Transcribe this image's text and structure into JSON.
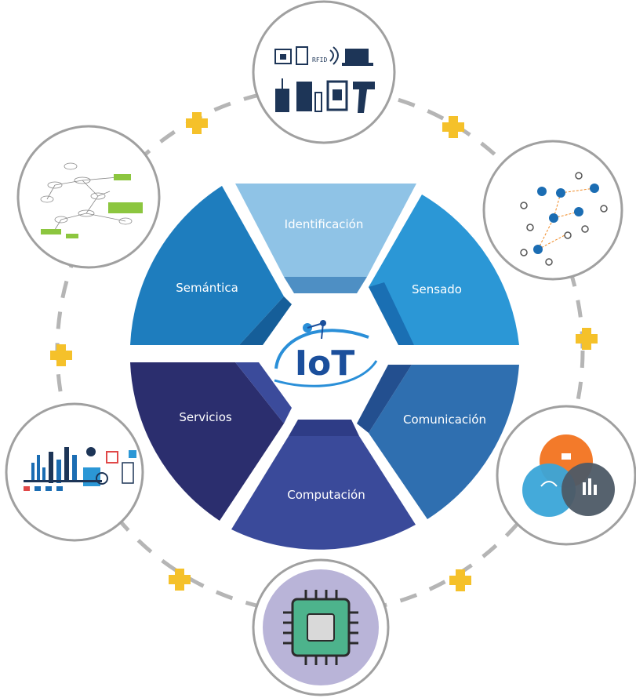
{
  "center": {
    "logo_text": "IoT"
  },
  "segments": [
    {
      "key": "identificacion",
      "label": "Identificación",
      "color": "#8fc3e6"
    },
    {
      "key": "sensado",
      "label": "Sensado",
      "color": "#2b97d6"
    },
    {
      "key": "comunicacion",
      "label": "Comunicación",
      "color": "#2f6fb0"
    },
    {
      "key": "computacion",
      "label": "Computación",
      "color": "#3a4a9a"
    },
    {
      "key": "servicios",
      "label": "Servicios",
      "color": "#2b2e6e"
    },
    {
      "key": "semantica",
      "label": "Semántica",
      "color": "#1e7dbe"
    }
  ],
  "satellites": [
    {
      "key": "identificacion",
      "icon": "rfid-devices-icon"
    },
    {
      "key": "sensado",
      "icon": "sensor-network-icon"
    },
    {
      "key": "comunicacion",
      "icon": "communication-venn-icon"
    },
    {
      "key": "computacion",
      "icon": "microchip-icon"
    },
    {
      "key": "servicios",
      "icon": "services-collage-icon"
    },
    {
      "key": "semantica",
      "icon": "semantic-graph-icon"
    }
  ],
  "icon_text": {
    "rfid_tag": "RFID"
  },
  "connector": {
    "icon": "plus-icon",
    "color": "#f5c12a"
  },
  "colors": {
    "ring": "#9a9a9a",
    "dashes": "#b5b5b5",
    "logo": "#1b4f9c",
    "logo_swoosh": "#2a8fd8"
  }
}
